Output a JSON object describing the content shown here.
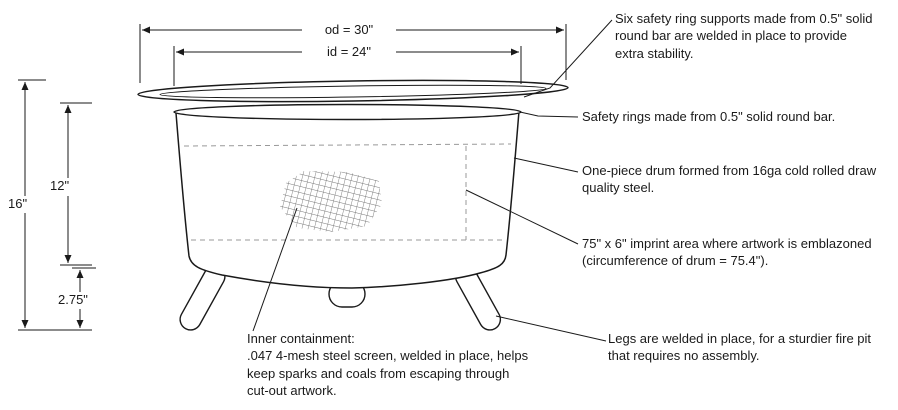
{
  "colors": {
    "ink": "#1a1a1a",
    "guide": "#999999",
    "mesh": "#777777"
  },
  "dimensions": {
    "od": "od = 30\"",
    "id": "id = 24\"",
    "total_height": "16\"",
    "drum_height": "12\"",
    "leg_height": "2.75\""
  },
  "callouts": {
    "ring_supports": "Six safety ring supports made from 0.5\" solid\nround bar are welded in place to provide\nextra stability.",
    "safety_rings": "Safety rings made from 0.5\" solid round bar.",
    "drum": "One-piece drum formed from 16ga cold rolled draw\nquality steel.",
    "imprint": "75\" x 6\" imprint area where artwork is emblazoned\n(circumference of drum = 75.4\").",
    "legs": "Legs are welded in place, for a sturdier fire pit\nthat requires no assembly.",
    "inner_containment": "Inner containment:\n.047 4-mesh steel screen, welded in place, helps\nkeep sparks and coals from escaping through\ncut-out artwork."
  }
}
